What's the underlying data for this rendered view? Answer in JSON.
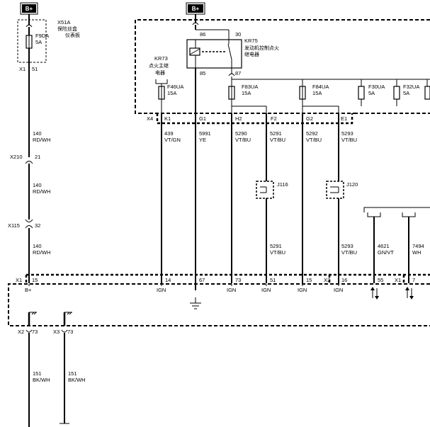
{
  "power_badges": [
    "B+",
    "B+"
  ],
  "modules": {
    "x51a": {
      "code": "X51A",
      "name_line1": "保险丝盒",
      "name_line2": "仪表板"
    },
    "kr75": {
      "code": "KR75",
      "name_line1": "发动机控制点火",
      "name_line2": "继电器"
    },
    "kr73": {
      "code": "KR73",
      "name_line1": "点火主继",
      "name_line2": "电器"
    }
  },
  "fuses": {
    "f9da": {
      "name": "F9DA",
      "rating": "5A"
    },
    "f46ua": {
      "name": "F46UA",
      "rating": "15A"
    },
    "f83ua": {
      "name": "F83UA",
      "rating": "15A"
    },
    "f84ua": {
      "name": "F84UA",
      "rating": "15A"
    },
    "f30ua": {
      "name": "F30UA",
      "rating": "5A"
    },
    "f32ua": {
      "name": "F32UA",
      "rating": "5A"
    }
  },
  "relay_pins": {
    "p86": "86",
    "p30": "30",
    "p85": "85",
    "p87": "87"
  },
  "connectors": {
    "x1_top": "X1",
    "x1_top_pin": "51",
    "x210": "X210",
    "x210_pin": "21",
    "x115": "X115",
    "x115_pin": "32",
    "x4": "X4",
    "x4_pins": [
      "K1",
      "G1",
      "H2",
      "F2",
      "G2",
      "E1"
    ],
    "bottom_x1": "X1",
    "bottom_x1_b": "X1",
    "bottom_x3": "X3",
    "bottom_pins": [
      "15",
      "14",
      "67",
      "73",
      "51",
      "15",
      "16",
      "55",
      "7"
    ],
    "ground_x2": "X2",
    "ground_x2_pin": "73",
    "ground_x3": "X3",
    "ground_x3_pin": "73",
    "j116": "J116",
    "j120": "J120"
  },
  "wires": {
    "w140a": {
      "num": "140",
      "color": "RD/WH"
    },
    "w140b": {
      "num": "140",
      "color": "RD/WH"
    },
    "w140c": {
      "num": "140",
      "color": "RD/WH"
    },
    "w439": {
      "num": "439",
      "color": "VT/GN"
    },
    "w5991": {
      "num": "5991",
      "color": "YE"
    },
    "w5290": {
      "num": "5290",
      "color": "VT/BU"
    },
    "w5291a": {
      "num": "5291",
      "color": "VT/BU"
    },
    "w5292": {
      "num": "5292",
      "color": "VT/BU"
    },
    "w5293a": {
      "num": "5293",
      "color": "VT/BU"
    },
    "w5291b": {
      "num": "5291",
      "color": "VT/BU"
    },
    "w5293b": {
      "num": "5293",
      "color": "VT/BU"
    },
    "w4621": {
      "num": "4621",
      "color": "GN/VT"
    },
    "w7494": {
      "num": "7494",
      "color": "WH"
    },
    "w151a": {
      "num": "151",
      "color": "BK/WH"
    },
    "w151b": {
      "num": "151",
      "color": "BK/WH"
    }
  },
  "module_pin_labels": {
    "bplus": "B+",
    "ign": [
      "IGN",
      "IGN",
      "IGN",
      "IGN",
      "IGN"
    ]
  }
}
